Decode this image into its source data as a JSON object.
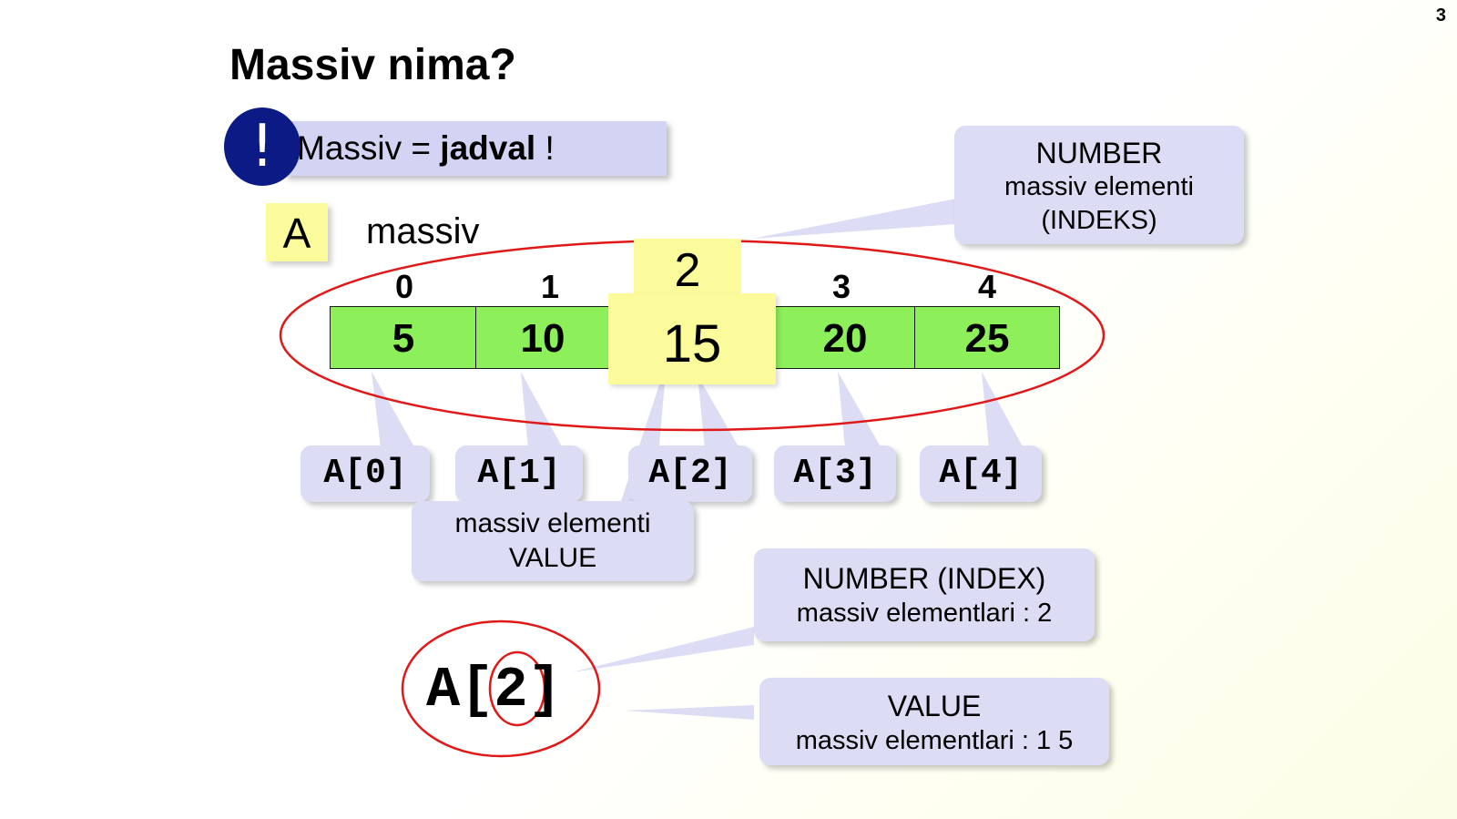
{
  "page_number": "3",
  "title": "Massiv nima?",
  "banner": {
    "icon": "exclamation-icon",
    "icon_glyph": "!",
    "prefix": "Massiv = ",
    "bold": "jadval",
    "suffix": " !"
  },
  "variable": {
    "name": "A",
    "label": "massiv"
  },
  "array": {
    "indices": [
      "0",
      "1",
      "2",
      "3",
      "4"
    ],
    "values": [
      "5",
      "10",
      "15",
      "20",
      "25"
    ],
    "highlighted_index": "2",
    "highlighted_value": "15",
    "cell_color": "#8df05a",
    "highlight_color": "#fbfb9c",
    "ellipse_color": "#e01818"
  },
  "accessors": [
    "A[0]",
    "A[1]",
    "A[2]",
    "A[3]",
    "A[4]"
  ],
  "callouts": {
    "index": {
      "line1": "NUMBER",
      "line2": "massiv elementi",
      "line3": "(INDEKS)"
    },
    "value": {
      "line1": "massiv elementi",
      "line2": "VALUE"
    },
    "number_index": {
      "line1": "NUMBER (INDEX)",
      "line2": "massiv elementlari : 2"
    },
    "value_bottom": {
      "line1": "VALUE",
      "line2": "massiv elementlari : 1 5"
    }
  },
  "example": {
    "prefix": "A[",
    "index": "2",
    "suffix": "]"
  }
}
